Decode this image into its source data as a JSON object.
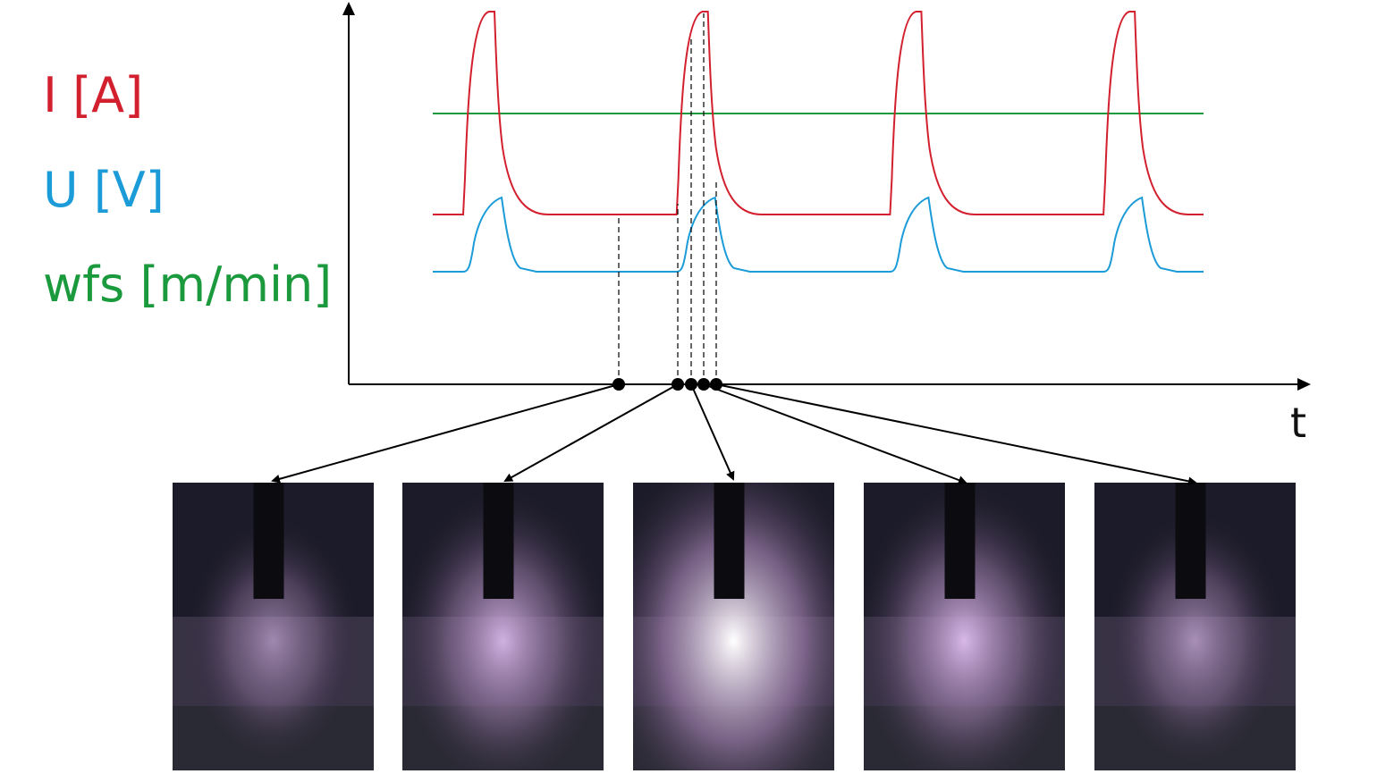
{
  "legend": {
    "current": {
      "text": "I [A]",
      "color": "#d3202f"
    },
    "voltage": {
      "text": "U [V]",
      "color": "#1b9bd7"
    },
    "wire_feed": {
      "text": "wfs [m/min]",
      "color": "#1a9a3c"
    }
  },
  "axis": {
    "x_label": "t"
  },
  "pulse_count": 4,
  "snapshot_count": 5,
  "images": [
    {
      "name": "frame-background-phase",
      "glow": 0.25
    },
    {
      "name": "frame-pulse-rise",
      "glow": 0.55
    },
    {
      "name": "frame-pulse-peak",
      "glow": 1.0
    },
    {
      "name": "frame-droplet-detach",
      "glow": 0.6
    },
    {
      "name": "frame-droplet-transfer",
      "glow": 0.3
    }
  ]
}
